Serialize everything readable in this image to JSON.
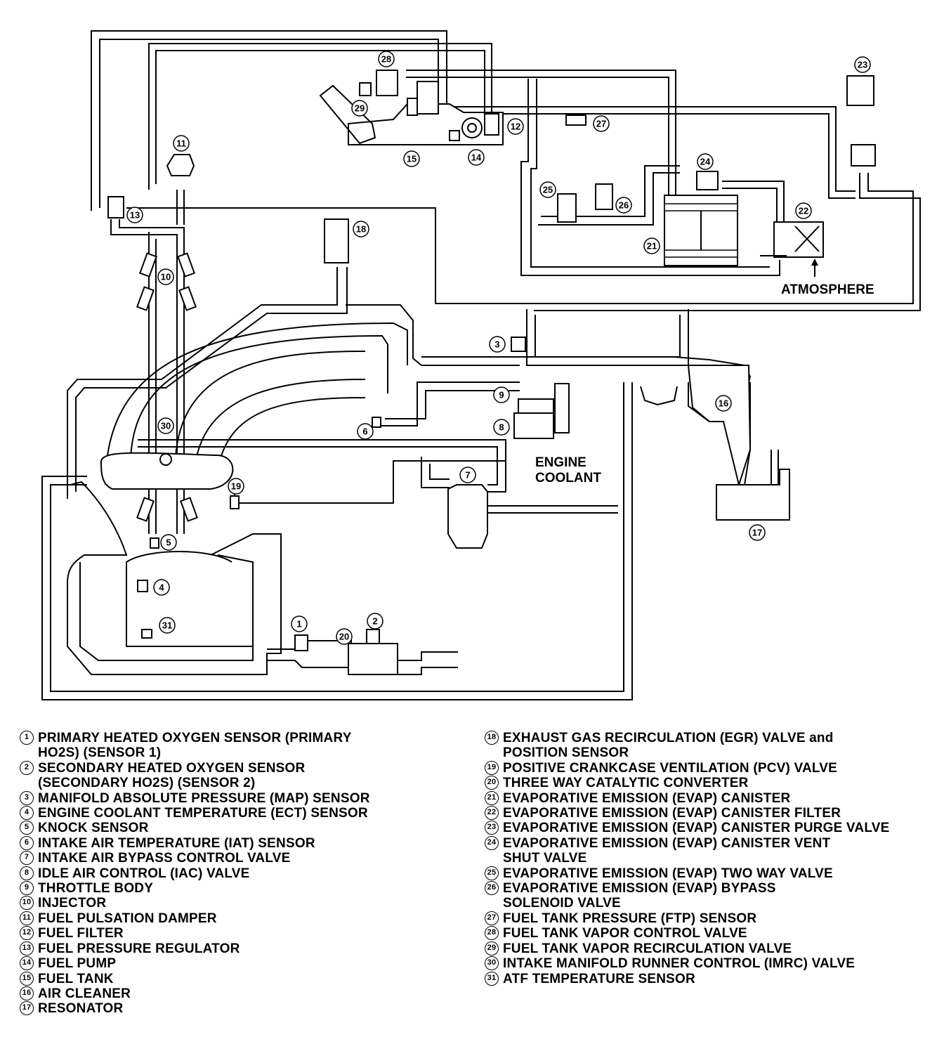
{
  "diagram": {
    "callouts": [
      "1",
      "2",
      "3",
      "4",
      "5",
      "6",
      "7",
      "8",
      "9",
      "10",
      "11",
      "12",
      "13",
      "14",
      "15",
      "16",
      "17",
      "18",
      "19",
      "20",
      "21",
      "22",
      "23",
      "24",
      "25",
      "26",
      "27",
      "28",
      "29",
      "30",
      "31"
    ],
    "labels": {
      "atmosphere": "ATMOSPHERE",
      "engine_coolant_line1": "ENGINE",
      "engine_coolant_line2": "COOLANT"
    }
  },
  "legend": {
    "left": [
      {
        "num": "1",
        "text": "PRIMARY HEATED OXYGEN SENSOR (PRIMARY\nHO2S) (SENSOR 1)"
      },
      {
        "num": "2",
        "text": "SECONDARY HEATED OXYGEN SENSOR\n(SECONDARY HO2S) (SENSOR 2)"
      },
      {
        "num": "3",
        "text": "MANIFOLD ABSOLUTE PRESSURE (MAP) SENSOR"
      },
      {
        "num": "4",
        "text": "ENGINE COOLANT TEMPERATURE (ECT) SENSOR"
      },
      {
        "num": "5",
        "text": "KNOCK SENSOR"
      },
      {
        "num": "6",
        "text": "INTAKE AIR TEMPERATURE (IAT) SENSOR"
      },
      {
        "num": "7",
        "text": "INTAKE AIR BYPASS CONTROL VALVE"
      },
      {
        "num": "8",
        "text": "IDLE AIR CONTROL (IAC) VALVE"
      },
      {
        "num": "9",
        "text": "THROTTLE BODY"
      },
      {
        "num": "10",
        "text": "INJECTOR"
      },
      {
        "num": "11",
        "text": "FUEL PULSATION DAMPER"
      },
      {
        "num": "12",
        "text": "FUEL FILTER"
      },
      {
        "num": "13",
        "text": "FUEL PRESSURE REGULATOR"
      },
      {
        "num": "14",
        "text": "FUEL PUMP"
      },
      {
        "num": "15",
        "text": "FUEL TANK"
      },
      {
        "num": "16",
        "text": "AIR CLEANER"
      },
      {
        "num": "17",
        "text": "RESONATOR"
      }
    ],
    "right": [
      {
        "num": "18",
        "text": "EXHAUST GAS RECIRCULATION (EGR) VALVE and\nPOSITION SENSOR"
      },
      {
        "num": "19",
        "text": "POSITIVE CRANKCASE VENTILATION (PCV) VALVE"
      },
      {
        "num": "20",
        "text": "THREE WAY CATALYTIC CONVERTER"
      },
      {
        "num": "21",
        "text": "EVAPORATIVE EMISSION (EVAP) CANISTER"
      },
      {
        "num": "22",
        "text": "EVAPORATIVE EMISSION (EVAP) CANISTER FILTER"
      },
      {
        "num": "23",
        "text": "EVAPORATIVE EMISSION (EVAP) CANISTER PURGE VALVE"
      },
      {
        "num": "24",
        "text": "EVAPORATIVE EMISSION (EVAP) CANISTER VENT\nSHUT VALVE"
      },
      {
        "num": "25",
        "text": "EVAPORATIVE EMISSION (EVAP) TWO WAY VALVE"
      },
      {
        "num": "26",
        "text": "EVAPORATIVE EMISSION (EVAP) BYPASS\nSOLENOID VALVE"
      },
      {
        "num": "27",
        "text": "FUEL TANK PRESSURE (FTP) SENSOR"
      },
      {
        "num": "28",
        "text": "FUEL TANK VAPOR CONTROL VALVE"
      },
      {
        "num": "29",
        "text": "FUEL TANK VAPOR RECIRCULATION VALVE"
      },
      {
        "num": "30",
        "text": "INTAKE MANIFOLD RUNNER CONTROL (IMRC) VALVE"
      },
      {
        "num": "31",
        "text": "ATF TEMPERATURE SENSOR"
      }
    ]
  }
}
